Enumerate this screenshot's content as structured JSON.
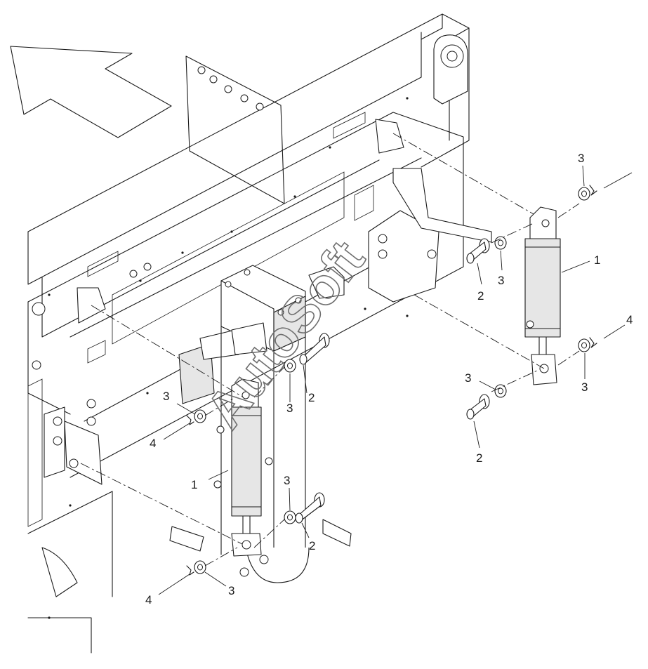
{
  "callouts": [
    {
      "id": "c1a",
      "text": "1"
    },
    {
      "id": "c1b",
      "text": "1"
    },
    {
      "id": "c2a",
      "text": "2"
    },
    {
      "id": "c2b",
      "text": "2"
    },
    {
      "id": "c2c",
      "text": "2"
    },
    {
      "id": "c2d",
      "text": "2"
    },
    {
      "id": "c3a",
      "text": "3"
    },
    {
      "id": "c3b",
      "text": "3"
    },
    {
      "id": "c3c",
      "text": "3"
    },
    {
      "id": "c3d",
      "text": "3"
    },
    {
      "id": "c3e",
      "text": "3"
    },
    {
      "id": "c3f",
      "text": "3"
    },
    {
      "id": "c3g",
      "text": "3"
    },
    {
      "id": "c3h",
      "text": "3"
    },
    {
      "id": "c4a",
      "text": "4"
    },
    {
      "id": "c4b",
      "text": "4"
    },
    {
      "id": "c4c",
      "text": "4"
    }
  ],
  "watermark": "AutoSoft",
  "icons": [
    "direction-arrow-icon"
  ],
  "colors": {
    "line": "#1a1a1a",
    "background": "#ffffff",
    "watermark": "#6f6f6f"
  }
}
